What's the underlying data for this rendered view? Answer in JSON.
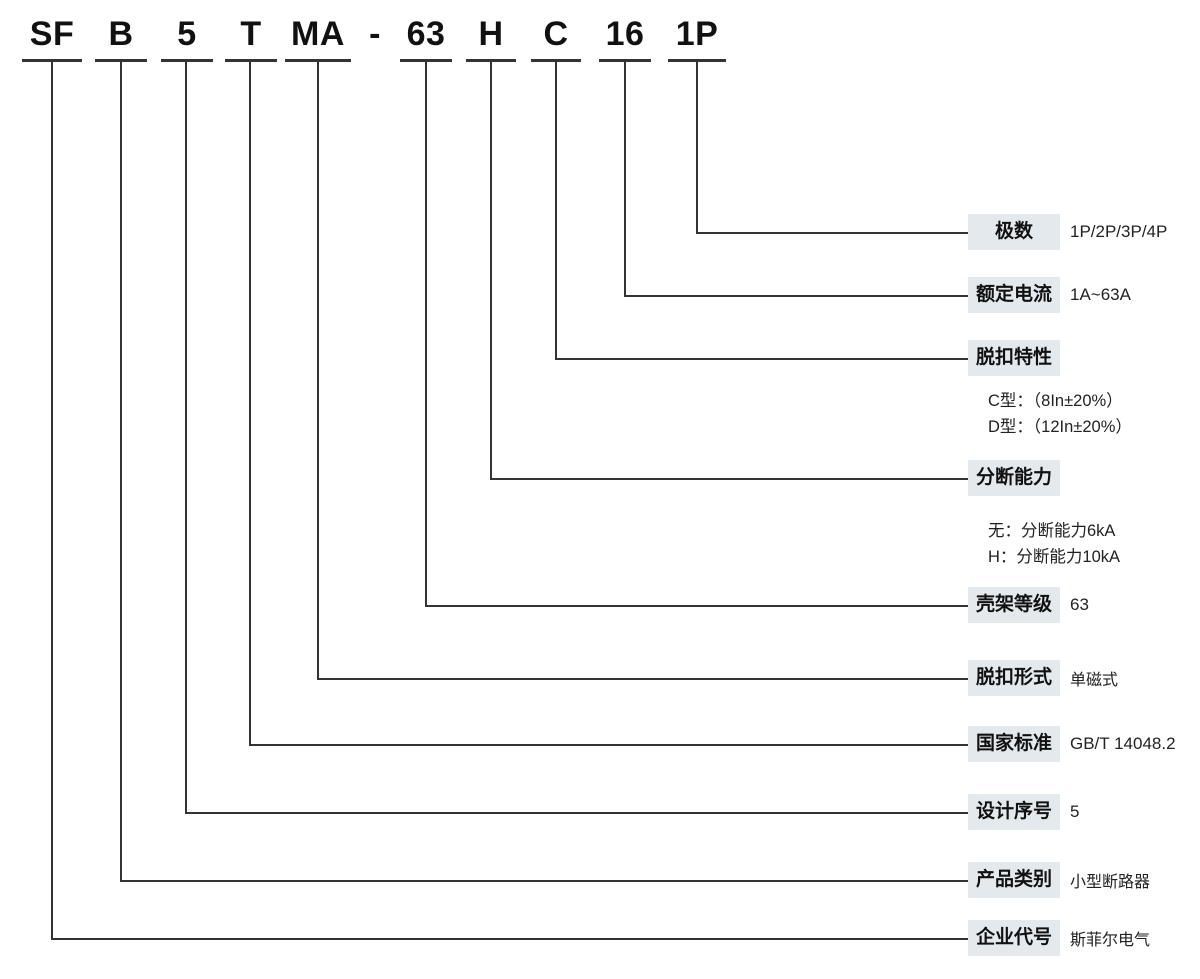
{
  "diagram": {
    "title": "SFB5TMA-63HC16 1P model designation breakdown",
    "accent_box_color": "#e4e9ed",
    "line_color": "#333333",
    "code_segments": [
      {
        "text": "SF",
        "name": "code-segment-sf"
      },
      {
        "text": "B",
        "name": "code-segment-b"
      },
      {
        "text": "5",
        "name": "code-segment-5"
      },
      {
        "text": "T",
        "name": "code-segment-t"
      },
      {
        "text": "MA",
        "name": "code-segment-ma"
      },
      {
        "text": "-",
        "name": "code-segment-dash"
      },
      {
        "text": "63",
        "name": "code-segment-63"
      },
      {
        "text": "H",
        "name": "code-segment-h"
      },
      {
        "text": "C",
        "name": "code-segment-c"
      },
      {
        "text": "16",
        "name": "code-segment-16"
      },
      {
        "text": "1P",
        "name": "code-segment-1p"
      }
    ],
    "legend": [
      {
        "label": "极数",
        "value": "1P/2P/3P/4P",
        "value_cn": false
      },
      {
        "label": "额定电流",
        "value": "1A~63A",
        "value_cn": false
      },
      {
        "label": "脱扣特性",
        "value": "",
        "value_cn": false
      },
      {
        "label": "分断能力",
        "value": "",
        "value_cn": false
      },
      {
        "label": "壳架等级",
        "value": "63",
        "value_cn": false
      },
      {
        "label": "脱扣形式",
        "value": "单磁式",
        "value_cn": true
      },
      {
        "label": "国家标准",
        "value": "GB/T 14048.2",
        "value_cn": false
      },
      {
        "label": "设计序号",
        "value": "5",
        "value_cn": false
      },
      {
        "label": "产品类别",
        "value": "小型断路器",
        "value_cn": true
      },
      {
        "label": "企业代号",
        "value": "斯菲尔电气",
        "value_cn": true
      }
    ],
    "notes": {
      "trip_c": "C型：（8In±20%）",
      "trip_d": "D型：（12In±20%）",
      "breaking_none": "无：分断能力6kA",
      "breaking_h": "H：分断能力10kA"
    }
  }
}
